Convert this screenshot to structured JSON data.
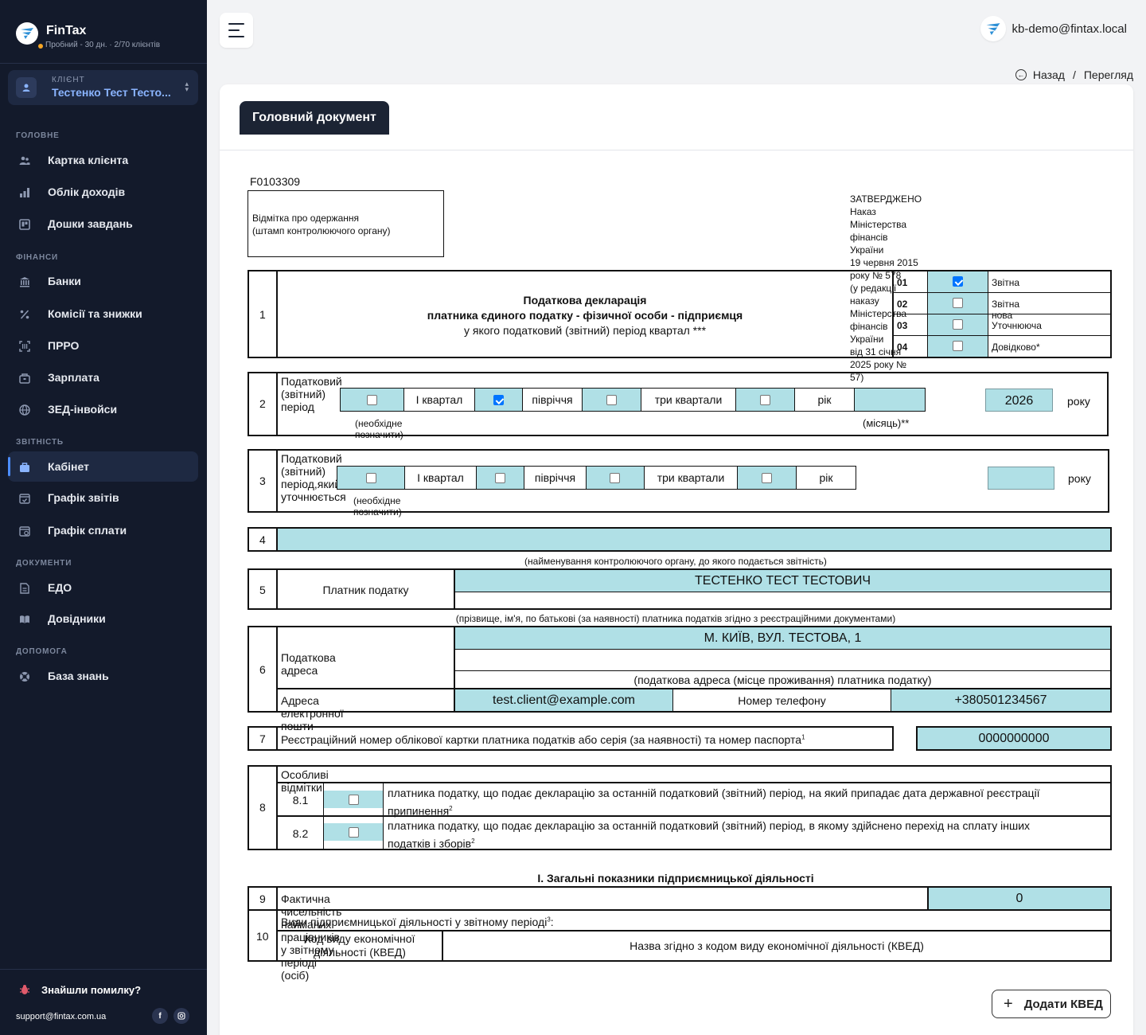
{
  "brand": {
    "name": "FinTax",
    "status": "Пробний - 30 дн.",
    "clients": "2/70 клієнтів"
  },
  "client": {
    "label": "КЛІЄНТ",
    "name": "Тестенко Тест Тесто..."
  },
  "sidebar": {
    "sections": {
      "main": "ГОЛОВНЕ",
      "finance": "ФІНАНСИ",
      "reports": "ЗВІТНІСТЬ",
      "documents": "ДОКУМЕНТИ",
      "help": "ДОПОМОГА"
    },
    "items": [
      {
        "label": "Картка клієнта",
        "icon": "users-icon"
      },
      {
        "label": "Облік доходів",
        "icon": "bar-chart-icon"
      },
      {
        "label": "Дошки завдань",
        "icon": "board-icon"
      },
      {
        "label": "Банки",
        "icon": "bank-icon"
      },
      {
        "label": "Комісії та знижки",
        "icon": "percent-icon"
      },
      {
        "label": "ПРРО",
        "icon": "scanner-icon"
      },
      {
        "label": "Зарплата",
        "icon": "wallet-icon"
      },
      {
        "label": "ЗЕД-інвойси",
        "icon": "globe-icon"
      },
      {
        "label": "Кабінет",
        "icon": "briefcase-icon",
        "active": true
      },
      {
        "label": "Графік звітів",
        "icon": "calendar-check-icon"
      },
      {
        "label": "Графік сплати",
        "icon": "calendar-money-icon"
      },
      {
        "label": "ЕДО",
        "icon": "document-icon"
      },
      {
        "label": "Довідники",
        "icon": "book-icon"
      },
      {
        "label": "База знань",
        "icon": "lifebuoy-icon"
      }
    ],
    "bug_report": "Знайшли помилку?",
    "support_email": "support@fintax.com.ua"
  },
  "header": {
    "user_email": "kb-demo@fintax.local"
  },
  "breadcrumb": {
    "back": "Назад",
    "current": "Перегляд"
  },
  "tab": {
    "label": "Головний документ"
  },
  "declaration": {
    "form_code": "F0103309",
    "stamp": {
      "line1": "Відмітка про одержання",
      "line2": "(штамп контролюючого органу)"
    },
    "approved": [
      "ЗАТВЕРДЖЕНО",
      "Наказ Міністерства фінансів України",
      "19 червня 2015 року № 578",
      "(у редакції наказу Міністерства фінансів України",
      "від 31 січня 2025 року № 57)"
    ],
    "title": {
      "line1": "Податкова декларація",
      "line2": "платника єдиного податку - фізичної особи - підприємця",
      "line3": "у якого податковий (звітний) період квартал ***"
    },
    "doc_types": [
      {
        "code": "01",
        "label": "Звітна",
        "checked": true
      },
      {
        "code": "02",
        "label": "Звітна нова",
        "checked": false
      },
      {
        "code": "03",
        "label": "Уточнююча",
        "checked": false
      },
      {
        "code": "04",
        "label": "Довідково*",
        "checked": false
      }
    ],
    "rows": {
      "r1": "1",
      "r2": "2",
      "r3": "3",
      "r4": "4",
      "r5": "5",
      "r6": "6",
      "r7": "7",
      "r8": "8",
      "r9": "9",
      "r10": "10"
    },
    "period": {
      "title": "Податковий (звітний) період",
      "q1": "I квартал",
      "half": "півріччя",
      "q3": "три квартали",
      "year": "рік",
      "checked": [
        false,
        true,
        false,
        false
      ],
      "note": "(необхідне позначити)",
      "month_note": "(місяць)**",
      "year_value": "2026",
      "year_suffix": "року"
    },
    "period_corrected": {
      "title": "Податковий (звітний) період,який уточнюється",
      "q1": "I квартал",
      "half": "півріччя",
      "q3": "три квартали",
      "year": "рік",
      "checked": [
        false,
        false,
        false,
        false
      ],
      "note": "(необхідне позначити)",
      "year_value": "",
      "year_suffix": "року"
    },
    "authority": {
      "value": "",
      "note": "(найменування контролюючого органу, до якого подається звітність)"
    },
    "taxpayer": {
      "label": "Платник податку",
      "name": "ТЕСТЕНКО ТЕСТ ТЕСТОВИЧ",
      "note": "(прізвище, ім'я, по батькові (за наявності) платника податків згідно з реєстраційними документами)"
    },
    "address": {
      "label": "Податкова адреса",
      "value": "М. КИЇВ, ВУЛ. ТЕСТОВА, 1",
      "note": "(податкова адреса (місце проживання) платника податку)",
      "email_label": "Адреса електронної пошти",
      "email": "test.client@example.com",
      "phone_label": "Номер телефону",
      "phone": "+380501234567"
    },
    "reg_number": {
      "label": "Реєстраційний номер облікової картки платника податків або серія (за наявності) та номер паспорта",
      "footnote": "1",
      "value": "0000000000"
    },
    "special": {
      "title": "Особливі відмітки",
      "items": [
        {
          "code": "8.1",
          "text": "платника податку, що подає декларацію за останній податковий (звітний) період, на який припадає дата державної реєстрації",
          "text2": "припинення",
          "footnote": "2",
          "checked": false
        },
        {
          "code": "8.2",
          "text": "платника податку, що подає декларацію за останній податковий (звітний) період, в якому здійснено перехід на сплату інших",
          "text2": "податків і зборів",
          "footnote": "2",
          "checked": false
        }
      ]
    },
    "section1_title": "I. Загальні показники підприємницької діяльності",
    "employees": {
      "label": "Фактична чисельність найманих працівників у звітному періоді (осіб)",
      "value": "0"
    },
    "activities": {
      "label": "Види підприємницької діяльності у звітному періоді",
      "footnote": "3",
      "suffix": ":",
      "col1a": "Код виду економічної",
      "col1b": "діяльності (КВЕД)",
      "col2": "Назва згідно з кодом виду економічної діяльності (КВЕД)"
    },
    "add_button": "Додати КВЕД"
  },
  "colors": {
    "sidebar_bg": "#131a2b",
    "accent": "#4c8dff",
    "field_fill": "#b0e0e6",
    "tab_bg": "#1c2434"
  }
}
